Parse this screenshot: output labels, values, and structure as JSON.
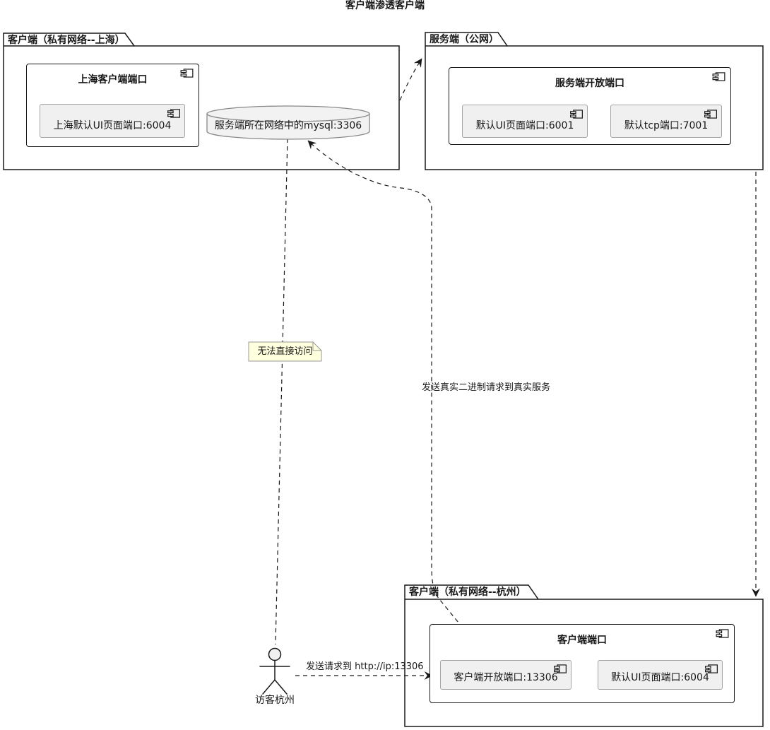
{
  "diagram": {
    "title": "客户端渗透客户端",
    "packages": {
      "shanghai": {
        "label": "客户端（私有网络--上海）"
      },
      "server": {
        "label": "服务端（公网）"
      },
      "hangzhou": {
        "label": "客户端（私有网络--杭州）"
      }
    },
    "components": {
      "shanghai_ports": {
        "title": "上海客户端端口",
        "ports": [
          "上海默认UI页面端口:6004"
        ]
      },
      "server_ports": {
        "title": "服务端开放端口",
        "ports": [
          "默认UI页面端口:6001",
          "默认tcp端口:7001"
        ]
      },
      "hangzhou_ports": {
        "title": "客户端端口",
        "ports": [
          "客户端开放端口:13306",
          "默认UI页面端口:6004"
        ]
      }
    },
    "database": {
      "label": "服务端所在网络中的mysql:3306"
    },
    "actor": {
      "label": "访客杭州"
    },
    "note": {
      "text": "无法直接访问"
    },
    "edge_labels": {
      "binary_request": "发送真实二进制请求到真实服务",
      "http_request": "发送请求到 http://ip:13306"
    },
    "colors": {
      "line": "#181818",
      "inner": "#f0f0f0",
      "inner-border": "#a3a3a3",
      "note": "#feffdd",
      "note-border": "#999999",
      "db": "#f2f2f2",
      "db-border": "#888888",
      "actor": "#f0f0f0"
    }
  }
}
